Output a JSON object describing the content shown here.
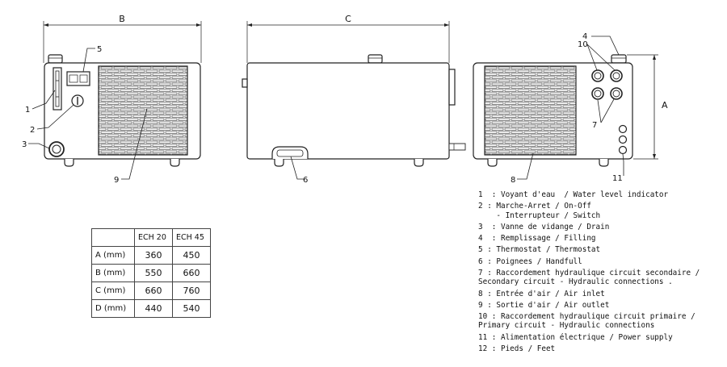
{
  "drawing": {
    "dim_left": "B",
    "dim_middle": "C",
    "dim_right": "A",
    "callouts": {
      "n1": "1",
      "n2": "2",
      "n3": "3",
      "n4": "4",
      "n5": "5",
      "n6": "6",
      "n7": "7",
      "n8": "8",
      "n9": "9",
      "n10": "10",
      "n11": "11"
    }
  },
  "legend": {
    "entries": [
      {
        "lines": [
          "1  : Voyant d'eau  / Water level indicator"
        ]
      },
      {
        "lines": [
          "2 : Marche-Arret / On-Off",
          "    - Interrupteur / Switch"
        ]
      },
      {
        "lines": [
          "3  : Vanne de vidange / Drain"
        ]
      },
      {
        "lines": [
          "4  : Remplissage / Filling"
        ]
      },
      {
        "lines": [
          "5 : Thermostat / Thermostat"
        ]
      },
      {
        "lines": [
          "6 : Poignees / Handfull"
        ]
      },
      {
        "lines": [
          "7 : Raccordement hydraulique circuit secondaire /",
          "Secondary circuit - Hydraulic connections ."
        ]
      },
      {
        "lines": [
          "8 : Entrée d'air / Air inlet"
        ]
      },
      {
        "lines": [
          "9 : Sortie d'air / Air outlet"
        ]
      },
      {
        "lines": [
          "10 : Raccordement hydraulique circuit primaire /",
          "Primary circuit - Hydraulic connections"
        ]
      },
      {
        "lines": [
          "11 : Alimentation électrique / Power supply"
        ]
      },
      {
        "lines": [
          "12 : Pieds / Feet"
        ]
      }
    ]
  },
  "dimensions_table": {
    "header": [
      "",
      "ECH 20",
      "ECH 45"
    ],
    "rows": [
      [
        "A (mm)",
        "360",
        "450"
      ],
      [
        "B (mm)",
        "550",
        "660"
      ],
      [
        "C (mm)",
        "660",
        "760"
      ],
      [
        "D (mm)",
        "440",
        "540"
      ]
    ]
  }
}
